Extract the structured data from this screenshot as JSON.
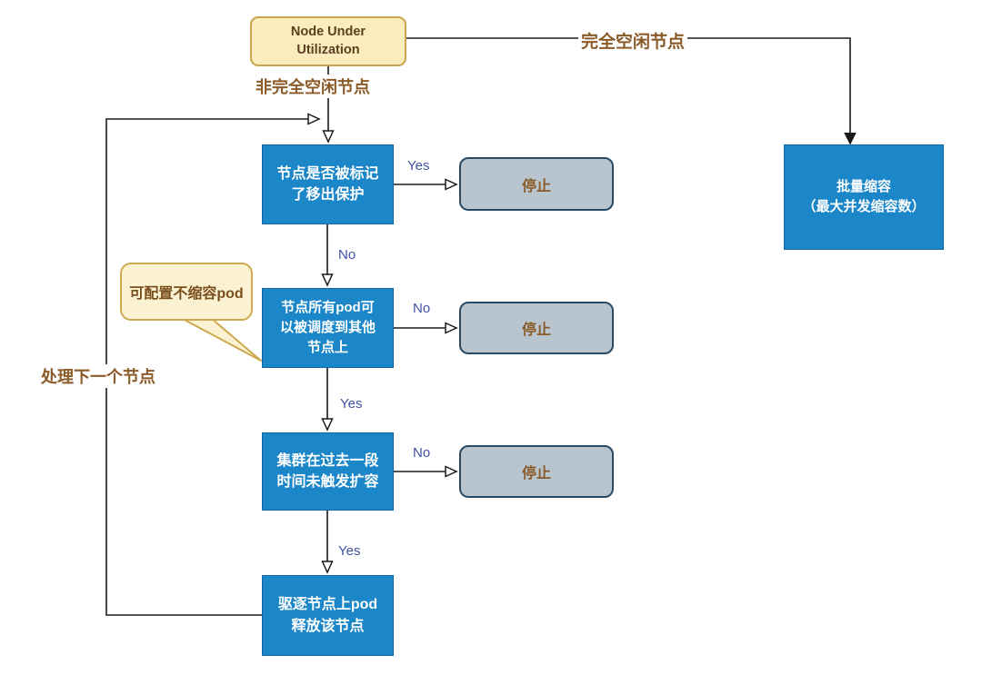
{
  "colors": {
    "process_fill": "#1B86C8",
    "process_border": "#0F66A2",
    "process_text": "#FFFFFF",
    "terminal_fill": "#B9C5CE",
    "terminal_border": "#2A4A63",
    "start_fill": "#FAECBC",
    "start_border": "#C9A44E",
    "note_fill": "#FBF2D2",
    "note_border": "#CDA94F",
    "brown_label_text": "#8A5A28",
    "yes_no_text": "#3F51A5",
    "edge_line": "#1A1A1A"
  },
  "nodes": {
    "start": {
      "label": "Node Under\nUtilization"
    },
    "batch_scale_in": {
      "label": "批量缩容\n（最大并发缩容数）"
    },
    "check_eviction_protection": {
      "label": "节点是否被标记\n了移出保护"
    },
    "check_pods_schedulable": {
      "label": "节点所有pod可\n以被调度到其他\n节点上"
    },
    "check_no_recent_scale_up": {
      "label": "集群在过去一段\n时间未触发扩容"
    },
    "evict_pods_release_node": {
      "label": "驱逐节点上pod\n释放该节点"
    },
    "stop_1": {
      "label": "停止"
    },
    "stop_2": {
      "label": "停止"
    },
    "stop_3": {
      "label": "停止"
    }
  },
  "callout": {
    "label": "可配置不缩容pod"
  },
  "edge_labels": {
    "fully_idle_node": "完全空闲节点",
    "not_fully_idle_node": "非完全空闲节点",
    "process_next_node": "处理下一个节点",
    "yes_1": "Yes",
    "no_1": "No",
    "no_2": "No",
    "yes_2": "Yes",
    "no_3": "No",
    "yes_3": "Yes"
  }
}
